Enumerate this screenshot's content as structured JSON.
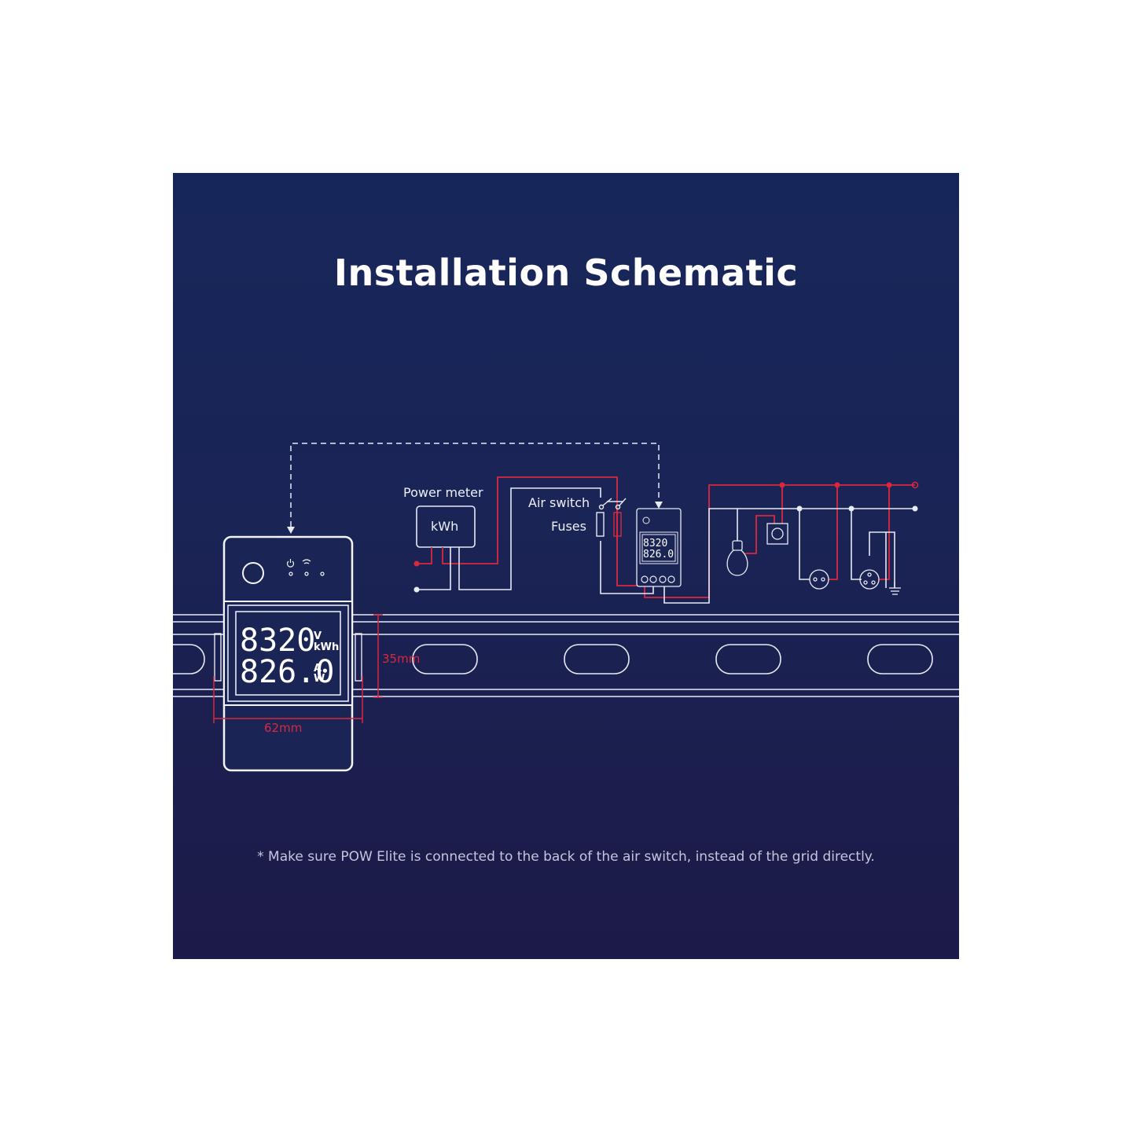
{
  "title": "Installation Schematic",
  "note": "* Make sure POW Elite is connected to the back of the air switch, instead of the grid directly.",
  "colors": {
    "background_top": "#17265a",
    "background_bottom": "#1c1a48",
    "line_white": "#e8eaf4",
    "line_red": "#d9283e"
  },
  "device": {
    "display_line1_value": "8320",
    "display_line1_units_top": "V",
    "display_line1_units_bottom": "kWh",
    "display_line2_value": "826.0",
    "display_line2_units_top": "A",
    "display_line2_units_bottom": "W",
    "indicators": [
      "power-icon",
      "wifi-icon",
      "status-led"
    ]
  },
  "dimensions": {
    "width_label": "62mm",
    "rail_height_label": "35mm"
  },
  "wiring": {
    "power_meter_label": "Power meter",
    "power_meter_unit": "kWh",
    "air_switch_label": "Air switch",
    "fuses_label": "Fuses",
    "loads": [
      "light-bulb",
      "wall-switch",
      "two-pin-socket",
      "three-pin-socket",
      "ground"
    ]
  }
}
